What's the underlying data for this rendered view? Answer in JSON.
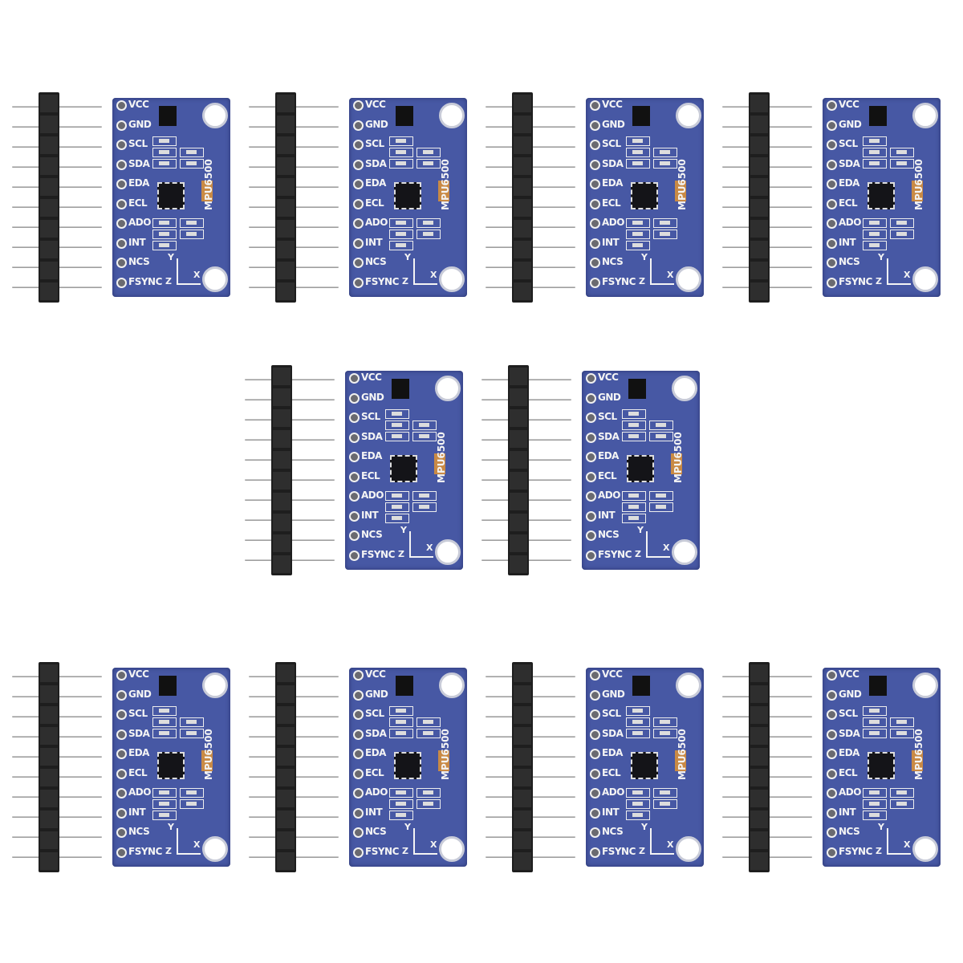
{
  "product": {
    "chip_label": "MPU6500",
    "pin_labels": [
      "VCC",
      "GND",
      "SCL",
      "SDA",
      "EDA",
      "ECL",
      "ADO",
      "INT",
      "NCS",
      "FSYNC"
    ],
    "axis_labels": {
      "x": "X",
      "y": "Y",
      "z": "Z"
    },
    "module_count": 10,
    "colors": {
      "board": "#4758a4",
      "header": "#1e1e1e",
      "pins": "#b0b0b0",
      "capacitor": "#c98a45",
      "background": "#ffffff"
    }
  }
}
